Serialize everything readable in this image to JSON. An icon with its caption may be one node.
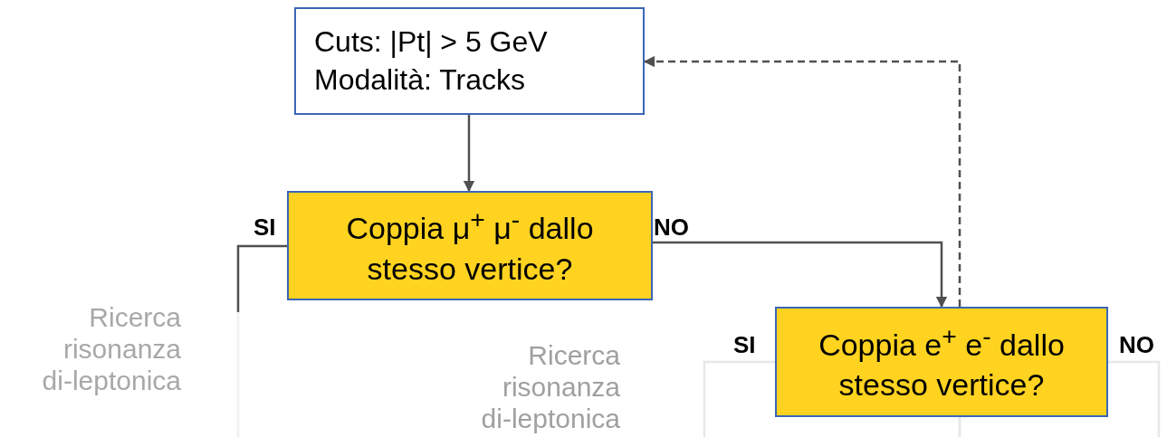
{
  "diagram": {
    "nodes": [
      {
        "text": [
          "Cuts: |Pt| > 5 GeV",
          "Modalità: Tracks"
        ]
      },
      {
        "text": [
          "Coppia μ$^{+}$ μ$^{-}$ dallo stesso vertice?"
        ]
      },
      {
        "text": [
          "Coppia e$^{+}$ e$^{-}$ dallo stesso vertice?"
        ]
      }
    ],
    "edges": [
      {
        "from": 0,
        "to": 1,
        "arrow": "to"
      },
      {
        "from": 1,
        "to": 2,
        "arrow": "to",
        "label": "NO"
      },
      {
        "from": 2,
        "to": 0,
        "arrow": "to",
        "style": "dashed"
      },
      {
        "from": 1,
        "to": null,
        "arrow": "none",
        "label": "SI"
      },
      {
        "from": 2,
        "to": null,
        "arrow": "none",
        "label": "SI",
        "color": "#e8e8e8"
      },
      {
        "from": 2,
        "to": null,
        "arrow": "none",
        "label": "NO",
        "color": "#e8e8e8"
      }
    ],
    "labels": [
      "Ricerca risonanza di-leptonica",
      "Ricerca risonanza di-leptonica"
    ]
  }
}
